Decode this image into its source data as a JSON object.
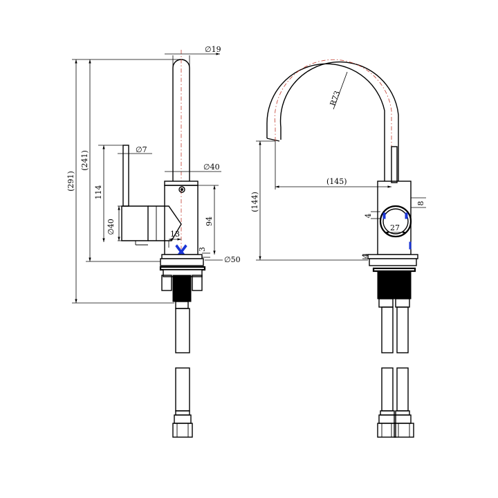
{
  "dimensions": {
    "pipe_dia": "∅19",
    "lever_dia": "∅7",
    "body_dia": "∅40",
    "overall_height": "(291)",
    "body_to_top_height": "(241)",
    "lever_height": "114",
    "handle_dia": "∅40",
    "body_height": "94",
    "offset_13": "13",
    "gap_3": "3",
    "base_dia": "∅50",
    "arc_radius": "R73",
    "reach": "(145)",
    "spout_height": "(144)",
    "dim_4_upper": "4",
    "dim_8": "8",
    "handle_inner": "27",
    "dim_4_lower": "4"
  },
  "colors": {
    "outline": "#000000",
    "centerline": "#c0392b",
    "indicator": "#1a35d6"
  }
}
